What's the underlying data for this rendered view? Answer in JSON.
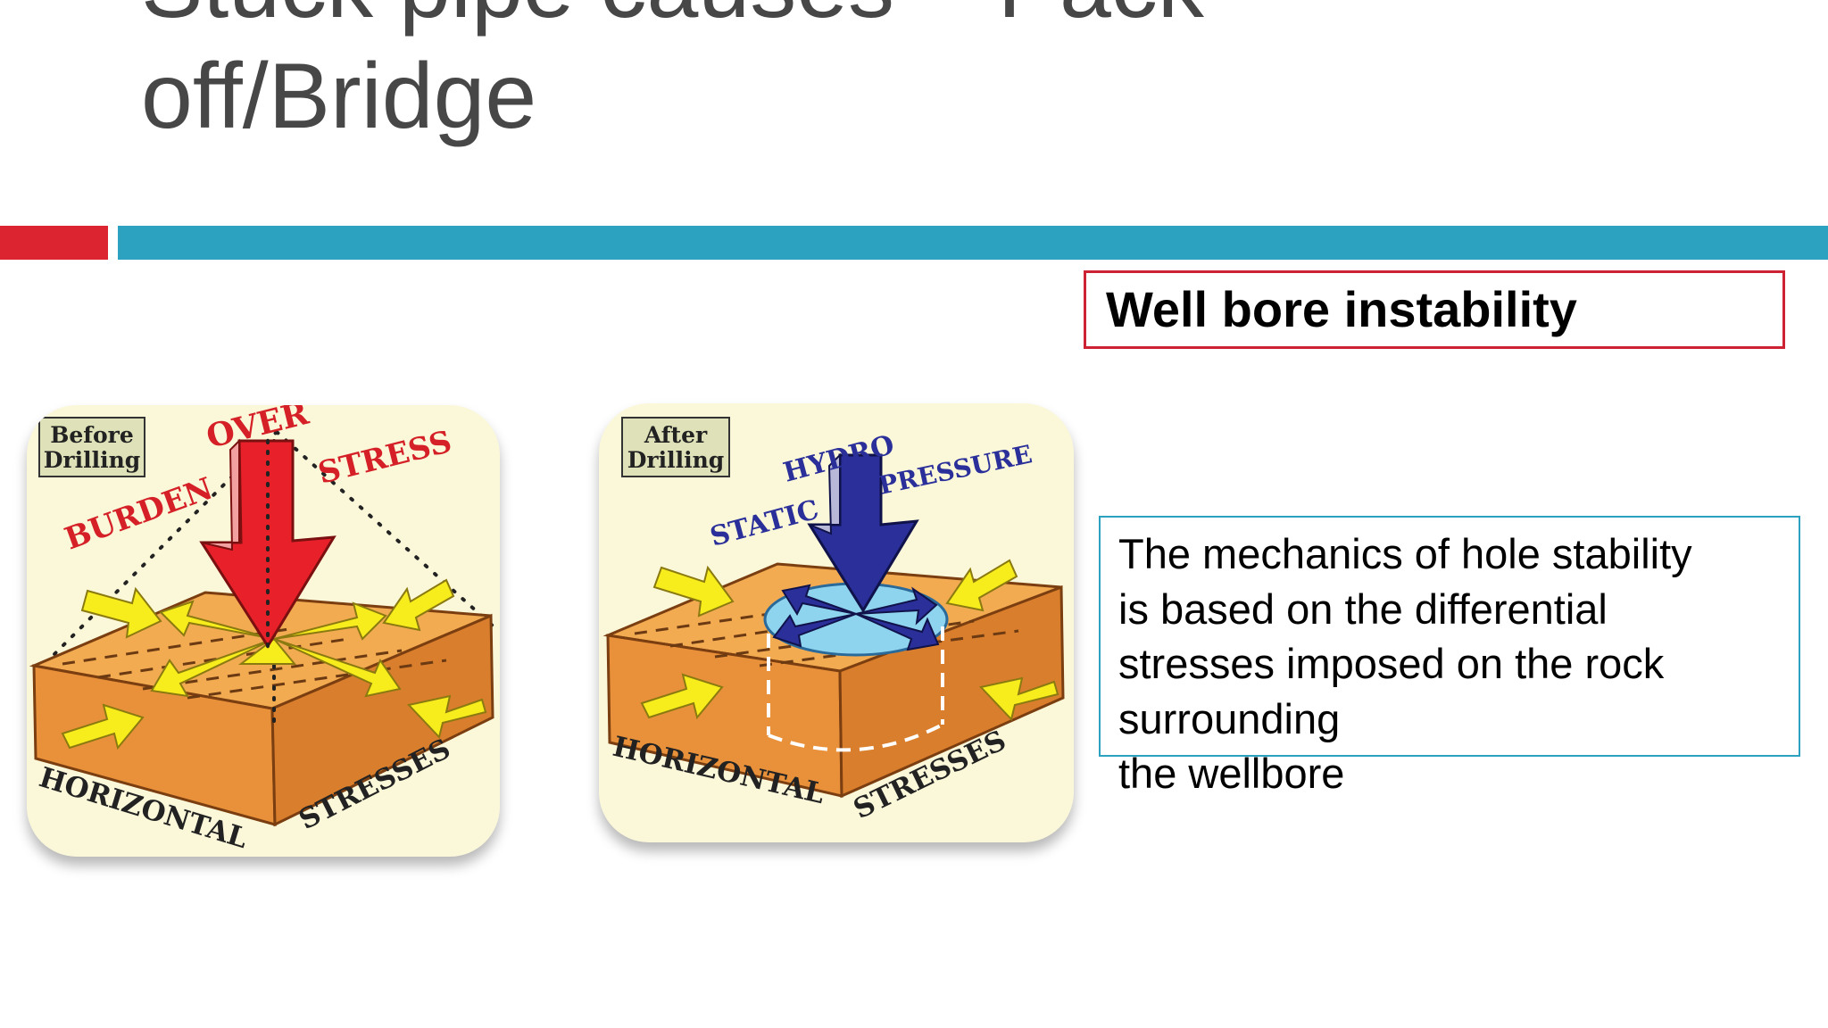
{
  "slide": {
    "title_lines": [
      "Stuck pipe causes – Pack",
      "off/Bridge"
    ],
    "heading": "Well bore instability",
    "description_lines": [
      "The mechanics of hole stability",
      "is based on the differential",
      "stresses imposed on the rock",
      "surrounding",
      "the wellbore"
    ]
  },
  "figure_before": {
    "tag_line1": "Before",
    "tag_line2": "Drilling",
    "label_over": "OVER",
    "label_burden": "BURDEN",
    "label_stress": "STRESS",
    "label_horizontal": "HORIZONTAL",
    "label_stresses": "STRESSES"
  },
  "figure_after": {
    "tag_line1": "After",
    "tag_line2": "Drilling",
    "label_hydro": "HYDRO",
    "label_static": "STATIC",
    "label_pressure": "PRESSURE",
    "label_horizontal": "HORIZONTAL",
    "label_stresses": "STRESSES"
  },
  "colors": {
    "accent_red": "#dc2330",
    "accent_blue": "#2ca1c0",
    "title_gray": "#474747",
    "rock_orange": "#f0a24a",
    "arrow_yellow": "#f7ec1c",
    "overburden_red": "#e8202a",
    "hydrostatic_blue": "#2a2f9a"
  }
}
